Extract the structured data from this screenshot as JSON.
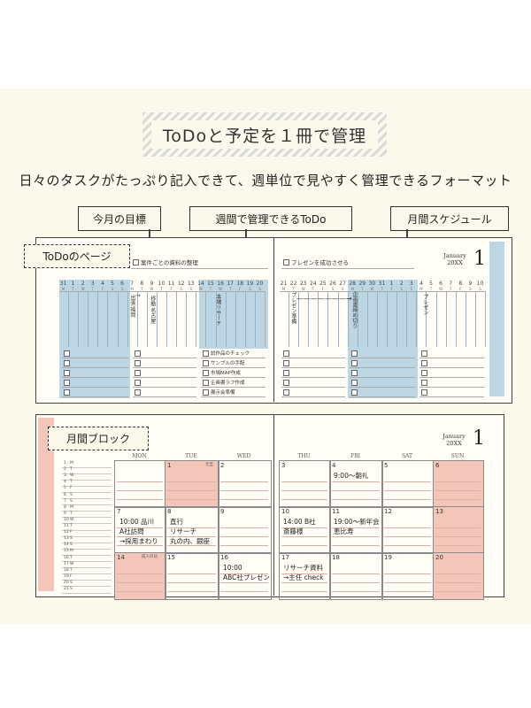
{
  "header": {
    "title": "ToDoと予定を１冊で管理",
    "subtitle": "日々のタスクがたっぷり記入できて、週単位で見やすく管理できるフォーマット"
  },
  "labels": {
    "goal": "今月の目標",
    "weekly_todo": "週間で管理できるToDo",
    "monthly_schedule": "月間スケジュール",
    "todo_page": "ToDoのページ",
    "monthly_block": "月間ブロック"
  },
  "todo_page": {
    "month_name": "January",
    "year": "20XX",
    "month_number": "1",
    "goal_left": "案件ごとの資料の整理",
    "goal_right": "プレゼンを成功させる",
    "left_days": [
      "31",
      "1",
      "2",
      "3",
      "4",
      "5",
      "6",
      "7",
      "8",
      "9",
      "10",
      "11",
      "12",
      "13",
      "14",
      "15",
      "16",
      "17",
      "18",
      "19",
      "20"
    ],
    "right_days": [
      "21",
      "22",
      "23",
      "24",
      "25",
      "26",
      "27",
      "28",
      "29",
      "30",
      "31",
      "1",
      "2",
      "3",
      "4",
      "5",
      "6",
      "7",
      "8",
      "9",
      "10"
    ],
    "weekday_letters": [
      "M",
      "T",
      "W",
      "T",
      "F",
      "S",
      "S"
    ],
    "notes_left": {
      "n1": "出張 福岡",
      "n2": "移動 名古屋",
      "n3": "本場リサーチ"
    },
    "notes_right": {
      "n1": "プレゼン準備",
      "n2": "企画書締め切り",
      "n3": "プレゼン"
    },
    "todo_list": [
      "試作品のチェック",
      "サンプルの手配",
      "市場MAP作成",
      "企画書ラフ作成",
      "展示会準備"
    ]
  },
  "block_page": {
    "month_name": "January",
    "year": "20XX",
    "month_number": "1",
    "weekdays": [
      "MON",
      "TUE",
      "WED",
      "THU",
      "FRI",
      "SAT",
      "SUN"
    ],
    "week1": [
      "",
      "1",
      "2",
      "3",
      "4",
      "5",
      "6"
    ],
    "week2": [
      "7",
      "8",
      "9",
      "10",
      "11",
      "12",
      "13"
    ],
    "week3": [
      "14",
      "15",
      "16",
      "17",
      "18",
      "19",
      "20"
    ],
    "holiday_1": "元旦",
    "holiday_14": "成人の日",
    "notes": {
      "fri4": "9:00〜朝礼",
      "mon7": "10:00 品川\nA社訪問\n→採用まわり",
      "tue8": "直行\nリサーチ\n丸の内、銀座",
      "thu10": "14:00 B社\n斎藤様",
      "fri11": "19:00〜新年会\n恵比寿",
      "wed16": "10:00\nABC社プレゼン",
      "thu17": "リサーチ資料\n→主任 check"
    },
    "mini_days": [
      "1",
      "2",
      "3",
      "4",
      "5",
      "6",
      "7",
      "8",
      "9",
      "10",
      "11",
      "12",
      "13",
      "14",
      "15",
      "16",
      "17",
      "18",
      "19",
      "20",
      "21"
    ]
  },
  "colors": {
    "panel_bg": "#fbf9ec",
    "blue": "#bcd7e3",
    "pink": "#f4c6ba"
  }
}
